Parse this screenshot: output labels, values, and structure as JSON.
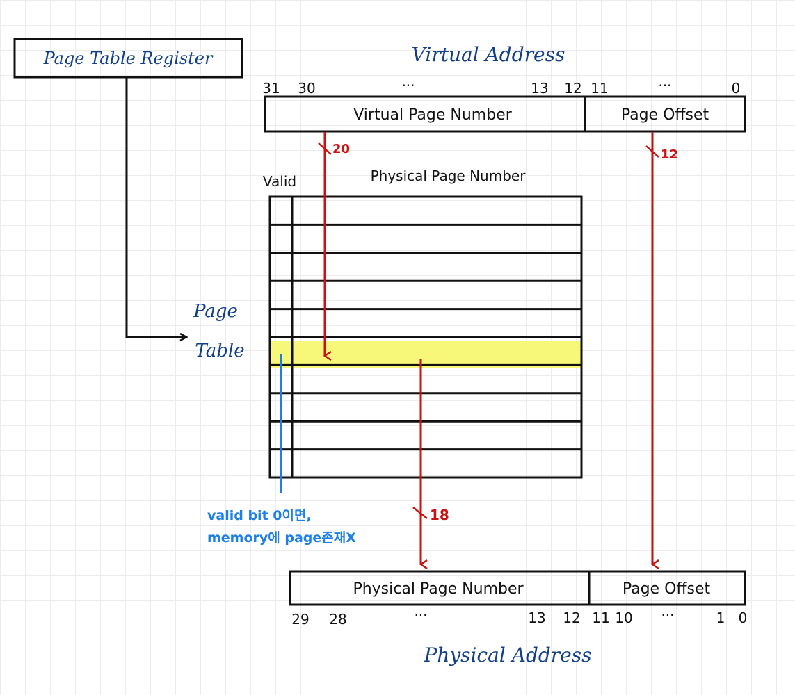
{
  "page_table_register": {
    "label": "Page Table Register"
  },
  "page_table": {
    "label_line1": "Page",
    "label_line2": "Table",
    "row_count": 10,
    "highlighted_row": 5
  },
  "virtual_address": {
    "title": "Virtual Address",
    "fields": {
      "vpn": "Virtual Page Number",
      "offset": "Page Offset"
    },
    "bits": {
      "b31": "31",
      "b30": "30",
      "ellipsis_high": "···",
      "b13": "13",
      "b12": "12",
      "b11": "11",
      "ellipsis_low": "···",
      "b0": "0"
    }
  },
  "table_headers": {
    "valid": "Valid",
    "ppn": "Physical Page Number"
  },
  "widths": {
    "vpn_bits": "20",
    "offset_bits": "12",
    "ppn_bits": "18"
  },
  "physical_address": {
    "title": "Physical Address",
    "fields": {
      "ppn": "Physical Page Number",
      "offset": "Page Offset"
    },
    "bits": {
      "b29": "29",
      "b28": "28",
      "ellipsis_high": "···",
      "b13": "13",
      "b12": "12",
      "b11": "11",
      "b10": "10",
      "ellipsis_low": "···",
      "b1": "1",
      "b0": "0"
    }
  },
  "note": {
    "line1": "valid bit 0이면,",
    "line2": "memory에 page존재X"
  },
  "colors": {
    "title_blue": "#123f8a",
    "arrow_red": "#cc1111",
    "note_blue": "#1b7fe6",
    "highlight_yellow": "#f7f77a"
  }
}
